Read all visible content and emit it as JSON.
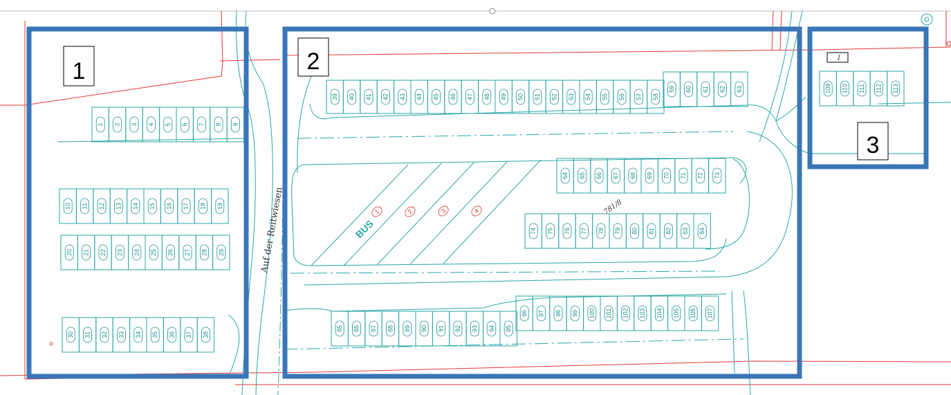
{
  "areas": [
    {
      "label": "1"
    },
    {
      "label": "2"
    },
    {
      "label": "3"
    }
  ],
  "street_name": "Auf der Reitwiesen",
  "bus_label": "BUS",
  "parcel_label": "781/8",
  "small_label": "I",
  "bus_spots": [
    "1",
    "2",
    "3",
    "4"
  ],
  "parking_rows": [
    {
      "numbers": [
        "1",
        "2",
        "3",
        "4",
        "5",
        "6",
        "7",
        "8",
        "9"
      ]
    },
    {
      "numbers": [
        "10",
        "11",
        "12",
        "13",
        "14",
        "15",
        "16",
        "17",
        "18",
        "19"
      ]
    },
    {
      "numbers": [
        "20",
        "21",
        "22",
        "23",
        "24",
        "25",
        "26",
        "27",
        "28",
        "29"
      ]
    },
    {
      "numbers": [
        "30",
        "31",
        "32",
        "33",
        "34",
        "35",
        "36",
        "37",
        "38"
      ]
    },
    {
      "numbers": [
        "39",
        "40",
        "41",
        "42",
        "43",
        "44",
        "45",
        "46",
        "47",
        "48",
        "49",
        "50",
        "51",
        "52",
        "53",
        "54",
        "55",
        "56",
        "57",
        "58"
      ]
    },
    {
      "numbers": [
        "59",
        "60",
        "61",
        "62",
        "63"
      ]
    },
    {
      "numbers": [
        "64",
        "65",
        "66",
        "67",
        "68",
        "69",
        "70",
        "71",
        "72",
        "73"
      ]
    },
    {
      "numbers": [
        "74",
        "75",
        "76",
        "77",
        "78",
        "79",
        "80",
        "81",
        "82",
        "83",
        "84"
      ]
    },
    {
      "numbers": [
        "85",
        "86",
        "87",
        "88",
        "89",
        "90",
        "91",
        "92",
        "93",
        "94",
        "95"
      ]
    },
    {
      "numbers": [
        "96",
        "97",
        "98",
        "99",
        "100",
        "101",
        "102",
        "103",
        "104",
        "105",
        "106",
        "107"
      ]
    },
    {
      "numbers": [
        "109",
        "110",
        "111",
        "112",
        "113"
      ]
    }
  ],
  "colors": {
    "area_frame": "#3a76b7",
    "plan_lines": "#2aa6a6",
    "boundary_lines": "#e53935",
    "bus_numbers": "#d9342b"
  }
}
